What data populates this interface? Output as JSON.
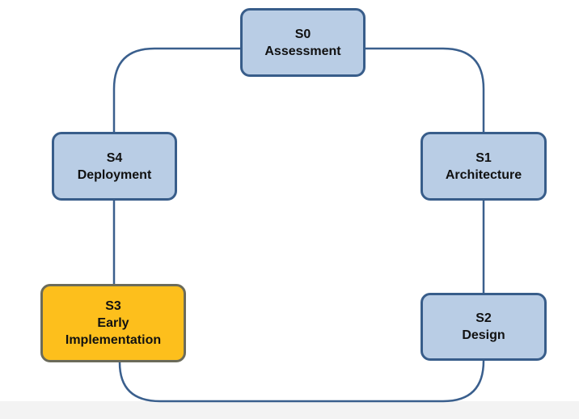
{
  "diagram": {
    "stages": [
      {
        "id": "S0",
        "name": "Assessment",
        "highlighted": false
      },
      {
        "id": "S1",
        "name": "Architecture",
        "highlighted": false
      },
      {
        "id": "S2",
        "name": "Design",
        "highlighted": false
      },
      {
        "id": "S3",
        "name_lines": [
          "Early",
          "Implementation"
        ],
        "highlighted": true
      },
      {
        "id": "S4",
        "name": "Deployment",
        "highlighted": false
      }
    ],
    "colors": {
      "node_fill": "#b9cde5",
      "node_border": "#385d8a",
      "highlight_fill": "#fdbf1c",
      "connector": "#3a5f8d"
    }
  }
}
